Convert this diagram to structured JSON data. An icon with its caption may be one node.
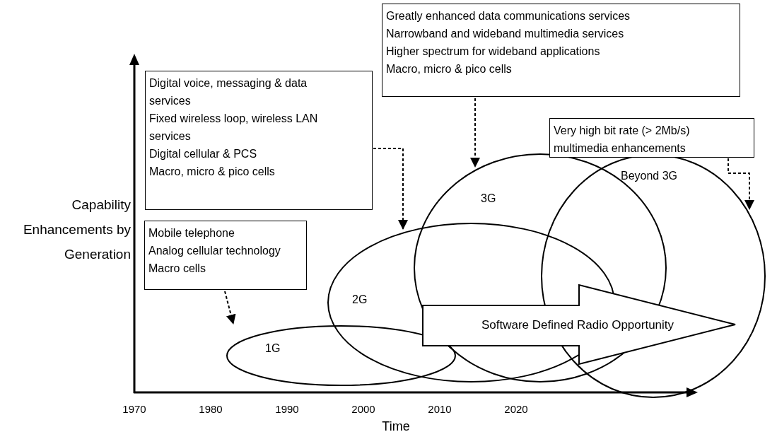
{
  "diagram": {
    "nodes": [
      {
        "text": [
          "Mobile telephone",
          "Analog cellular technology",
          "Macro cells"
        ]
      },
      {
        "text": [
          "1G"
        ]
      },
      {
        "text": [
          "Digital voice, messaging & data services",
          "Fixed wireless loop, wireless LAN services",
          "Digital cellular & PCS",
          "Macro, micro & pico cells"
        ]
      },
      {
        "text": [
          "2G"
        ]
      },
      {
        "text": [
          "Greatly enhanced data communications services",
          "Narrowband and wideband multimedia services",
          "Higher spectrum for wideband applications",
          "Macro, micro & pico cells"
        ]
      },
      {
        "text": [
          "3G"
        ]
      },
      {
        "text": [
          "Very high bit rate (> 2Mb/s) multimedia enhancements"
        ]
      },
      {
        "text": [
          "Beyond 3G"
        ]
      },
      {
        "text": [
          "Software Defined Radio Opportunity"
        ]
      }
    ],
    "edges": [
      {
        "from": 0,
        "to": 1,
        "arrow": "to",
        "style": "dashed"
      },
      {
        "from": 2,
        "to": 3,
        "arrow": "to",
        "style": "dashed"
      },
      {
        "from": 4,
        "to": 5,
        "arrow": "to",
        "style": "dashed"
      },
      {
        "from": 6,
        "to": 7,
        "arrow": "to",
        "style": "dashed"
      }
    ],
    "labels": [
      "Capability Enhancements by Generation",
      "1970",
      "1980",
      "1990",
      "2000",
      "2010",
      "2020",
      "Time"
    ]
  }
}
